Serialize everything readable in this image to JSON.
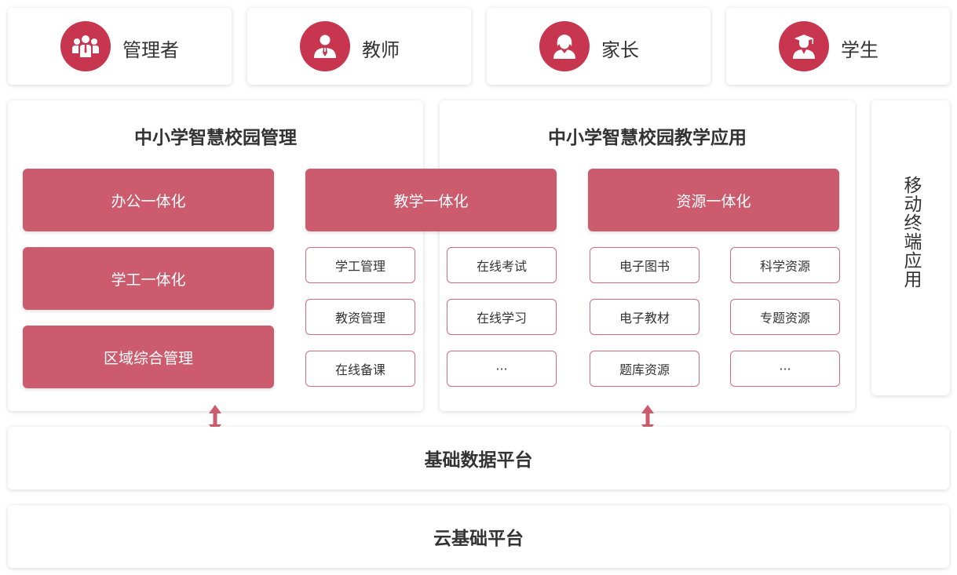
{
  "roles": [
    {
      "label": "管理者",
      "icon": "group-icon"
    },
    {
      "label": "教师",
      "icon": "teacher-icon"
    },
    {
      "label": "家长",
      "icon": "parent-icon"
    },
    {
      "label": "学生",
      "icon": "student-icon"
    }
  ],
  "management": {
    "title": "中小学智慧校园管理",
    "blocks": [
      "办公一体化",
      "学工一体化",
      "区域综合管理"
    ]
  },
  "teaching": {
    "title": "中小学智慧校园教学应用",
    "block_teaching": "教学一体化",
    "block_resource": "资源一体化",
    "col1": [
      "学工管理",
      "教资管理",
      "在线备课"
    ],
    "col2": [
      "在线考试",
      "在线学习",
      "···"
    ],
    "col3": [
      "电子图书",
      "电子教材",
      "题库资源"
    ],
    "col4": [
      "科学资源",
      "专题资源",
      "···"
    ]
  },
  "mobile": {
    "label": "移动终端应用"
  },
  "platforms": {
    "data": "基础数据平台",
    "cloud": "云基础平台"
  },
  "colors": {
    "accent": "#c8354f",
    "block": "#cd5b6e",
    "border": "#d46a7c"
  }
}
